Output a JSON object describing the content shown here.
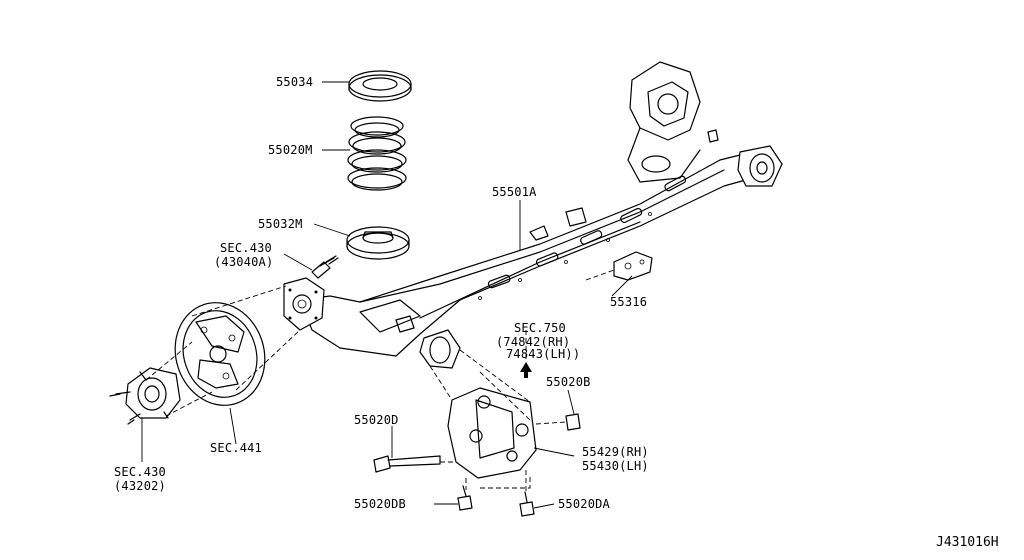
{
  "diagram_id": "J431016H",
  "labels": {
    "l55034": "55034",
    "l55020M": "55020M",
    "l55032M": "55032M",
    "sec430_top": "SEC.430",
    "sec430_top_sub": "(43040A)",
    "l55501A": "55501A",
    "l55316": "55316",
    "sec750": "SEC.750",
    "sec750_rh": "(74842(RH)",
    "sec750_lh": "74843(LH))",
    "l55020B": "55020B",
    "l55020D": "55020D",
    "l55429": "55429(RH)",
    "l55430": "55430(LH)",
    "l55020DB": "55020DB",
    "l55020DA": "55020DA",
    "sec441": "SEC.441",
    "sec430_bot": "SEC.430",
    "sec430_bot_sub": "(43202)"
  }
}
